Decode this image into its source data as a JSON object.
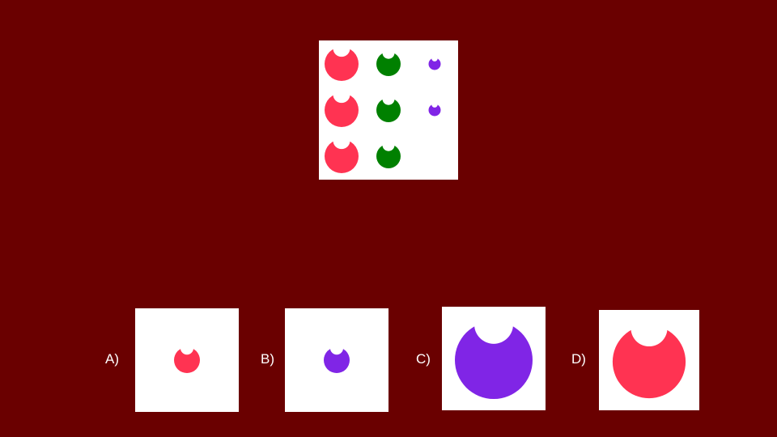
{
  "colors": {
    "background": "#6a0000",
    "panel": "#ffffff",
    "red": "#ff3352",
    "green": "#008000",
    "purple": "#8025e6"
  },
  "matrix": {
    "rows": [
      [
        {
          "color": "red",
          "size": "large"
        },
        {
          "color": "green",
          "size": "medium"
        },
        {
          "color": "purple",
          "size": "small"
        }
      ],
      [
        {
          "color": "red",
          "size": "large"
        },
        {
          "color": "green",
          "size": "medium"
        },
        {
          "color": "purple",
          "size": "small"
        }
      ],
      [
        {
          "color": "red",
          "size": "large"
        },
        {
          "color": "green",
          "size": "medium"
        },
        null
      ]
    ],
    "shape_icon": "circle-with-notch-icon"
  },
  "options": [
    {
      "label": "A)",
      "color": "red",
      "size": "small"
    },
    {
      "label": "B)",
      "color": "purple",
      "size": "small"
    },
    {
      "label": "C)",
      "color": "purple",
      "size": "large"
    },
    {
      "label": "D)",
      "color": "red",
      "size": "large"
    }
  ]
}
